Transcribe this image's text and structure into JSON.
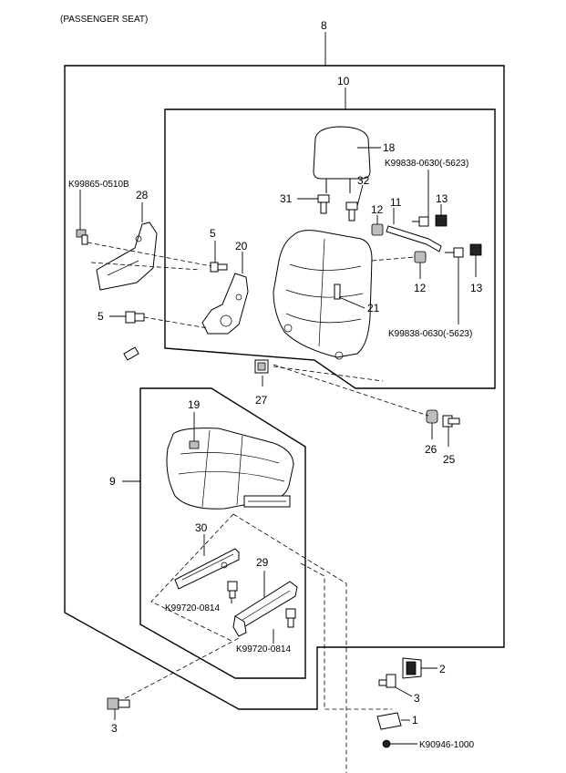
{
  "title": "(PASSENGER SEAT)",
  "callouts": {
    "c8": "8",
    "c10": "10",
    "c18": "18",
    "c31": "31",
    "c32": "32",
    "c11": "11",
    "c12a": "12",
    "c13a": "13",
    "c12b": "12",
    "c13b": "13",
    "c28": "28",
    "c5a": "5",
    "c20": "20",
    "c5b": "5",
    "c21": "21",
    "c27": "27",
    "c26": "26",
    "c25": "25",
    "c19": "19",
    "c9": "9",
    "c30": "30",
    "c29": "29",
    "c2": "2",
    "c3a": "3",
    "c1": "1",
    "c3b": "3"
  },
  "part_numbers": {
    "k99838_upper": "K99838-0630(-5623)",
    "k99838_lower": "K99838-0630(-5623)",
    "k99865": "K99865-0510B",
    "k99720_a": "K99720-0814",
    "k99720_b": "K99720-0814",
    "k90946": "K90946-1000"
  }
}
